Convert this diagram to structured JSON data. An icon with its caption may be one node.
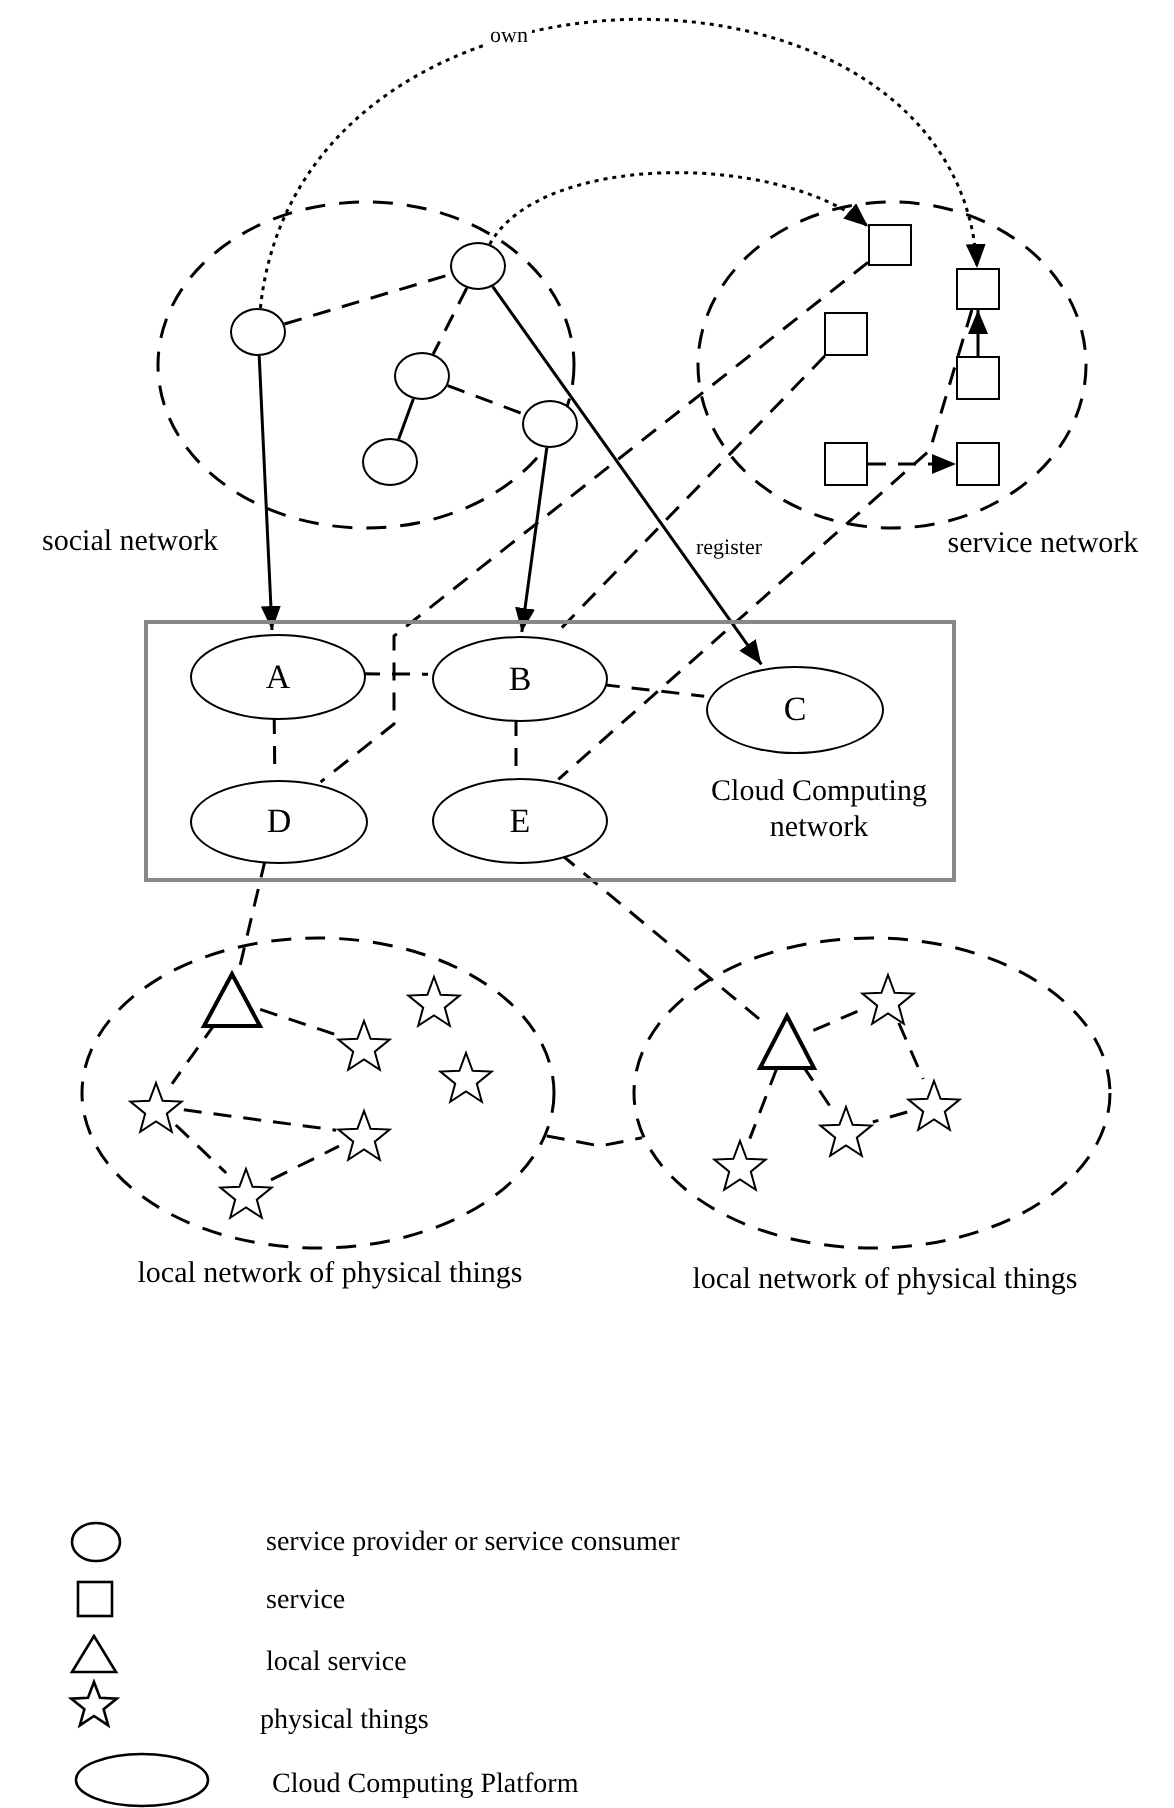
{
  "diagram": {
    "nodes": [
      {
        "text": [
          "social network"
        ]
      },
      {
        "text": [
          "service network"
        ]
      },
      {
        "text": [
          "Cloud Computing network"
        ]
      },
      {
        "text": [
          "local network of physical things"
        ]
      },
      {
        "text": [
          "local network of physical things"
        ]
      },
      {
        "text": [],
        "shape": "circle",
        "in": 0
      },
      {
        "text": [],
        "shape": "circle",
        "in": 0
      },
      {
        "text": [],
        "shape": "circle",
        "in": 0
      },
      {
        "text": [],
        "shape": "circle",
        "in": 0
      },
      {
        "text": [],
        "shape": "circle",
        "in": 0
      },
      {
        "text": [],
        "shape": "box",
        "in": 1
      },
      {
        "text": [],
        "shape": "box",
        "in": 1
      },
      {
        "text": [],
        "shape": "box",
        "in": 1
      },
      {
        "text": [],
        "shape": "box",
        "in": 1
      },
      {
        "text": [],
        "shape": "box",
        "in": 1
      },
      {
        "text": [],
        "shape": "box",
        "in": 1
      },
      {
        "text": [
          "A"
        ],
        "in": 2
      },
      {
        "text": [
          "B"
        ],
        "in": 2
      },
      {
        "text": [
          "C"
        ],
        "in": 2
      },
      {
        "text": [
          "D"
        ],
        "in": 2
      },
      {
        "text": [
          "E"
        ],
        "in": 2
      },
      {
        "text": [],
        "shape": "triangle",
        "in": 3
      },
      {
        "text": [],
        "shape": "star",
        "in": 3
      },
      {
        "text": [],
        "shape": "star",
        "in": 3
      },
      {
        "text": [],
        "shape": "star",
        "in": 3
      },
      {
        "text": [],
        "shape": "star",
        "in": 3
      },
      {
        "text": [],
        "shape": "star",
        "in": 3
      },
      {
        "text": [],
        "shape": "star",
        "in": 3
      },
      {
        "text": [],
        "shape": "triangle",
        "in": 4
      },
      {
        "text": [],
        "shape": "star",
        "in": 4
      },
      {
        "text": [],
        "shape": "star",
        "in": 4
      },
      {
        "text": [],
        "shape": "star",
        "in": 4
      },
      {
        "text": [],
        "shape": "star",
        "in": 4
      }
    ],
    "edges": [
      {
        "from": 5,
        "to": 6,
        "arrow": "none",
        "style": "dashed"
      },
      {
        "from": 6,
        "to": 7,
        "arrow": "none",
        "style": "dashed"
      },
      {
        "from": 7,
        "to": 8,
        "arrow": "none"
      },
      {
        "from": 7,
        "to": 9,
        "arrow": "none",
        "style": "dashed"
      },
      {
        "from": 13,
        "to": 11,
        "arrow": "to"
      },
      {
        "from": 14,
        "to": 15,
        "arrow": "to",
        "style": "dashed"
      },
      {
        "from": 16,
        "to": 17,
        "arrow": "none",
        "style": "dashed"
      },
      {
        "from": 17,
        "to": 18,
        "arrow": "none",
        "style": "dashed"
      },
      {
        "from": 16,
        "to": 19,
        "arrow": "none",
        "style": "dashed"
      },
      {
        "from": 17,
        "to": 20,
        "arrow": "none",
        "style": "dashed"
      },
      {
        "from": 21,
        "to": 23,
        "arrow": "none",
        "style": "dashed"
      },
      {
        "from": 21,
        "to": 25,
        "arrow": "none",
        "style": "dashed"
      },
      {
        "from": 25,
        "to": 26,
        "arrow": "none",
        "style": "dashed"
      },
      {
        "from": 25,
        "to": 27,
        "arrow": "none",
        "style": "dashed"
      },
      {
        "from": 27,
        "to": 26,
        "arrow": "none",
        "style": "dashed"
      },
      {
        "from": 28,
        "to": 29,
        "arrow": "none",
        "style": "dashed"
      },
      {
        "from": 29,
        "to": 30,
        "arrow": "none",
        "style": "dashed"
      },
      {
        "from": 30,
        "to": 31,
        "arrow": "none",
        "style": "dashed"
      },
      {
        "from": 28,
        "to": 31,
        "arrow": "none",
        "style": "dashed"
      },
      {
        "from": 28,
        "to": 32,
        "arrow": "none",
        "style": "dashed"
      },
      {
        "from": 5,
        "to": 16,
        "arrow": "to"
      },
      {
        "from": 9,
        "to": 17,
        "arrow": "to"
      },
      {
        "from": 6,
        "to": 18,
        "arrow": "to",
        "label": "register"
      },
      {
        "from": 5,
        "to": 11,
        "arrow": "to",
        "style": "dashed",
        "label": "own"
      },
      {
        "from": 6,
        "to": 10,
        "arrow": "to",
        "style": "dashed"
      },
      {
        "from": 10,
        "to": 19,
        "arrow": "none",
        "style": "dashed"
      },
      {
        "from": 12,
        "to": 17,
        "arrow": "none",
        "style": "dashed"
      },
      {
        "from": 11,
        "to": 20,
        "arrow": "none",
        "style": "dashed"
      },
      {
        "from": 19,
        "to": 21,
        "arrow": "none",
        "style": "dashed"
      },
      {
        "from": 20,
        "to": 28,
        "arrow": "none",
        "style": "dashed"
      },
      {
        "from": 3,
        "to": 4,
        "arrow": "none",
        "style": "dashed"
      }
    ],
    "legend": [
      {
        "text": "service provider or service consumer"
      },
      {
        "text": "service"
      },
      {
        "text": "local service"
      },
      {
        "text": "physical things"
      },
      {
        "text": "Cloud Computing Platform"
      }
    ]
  }
}
